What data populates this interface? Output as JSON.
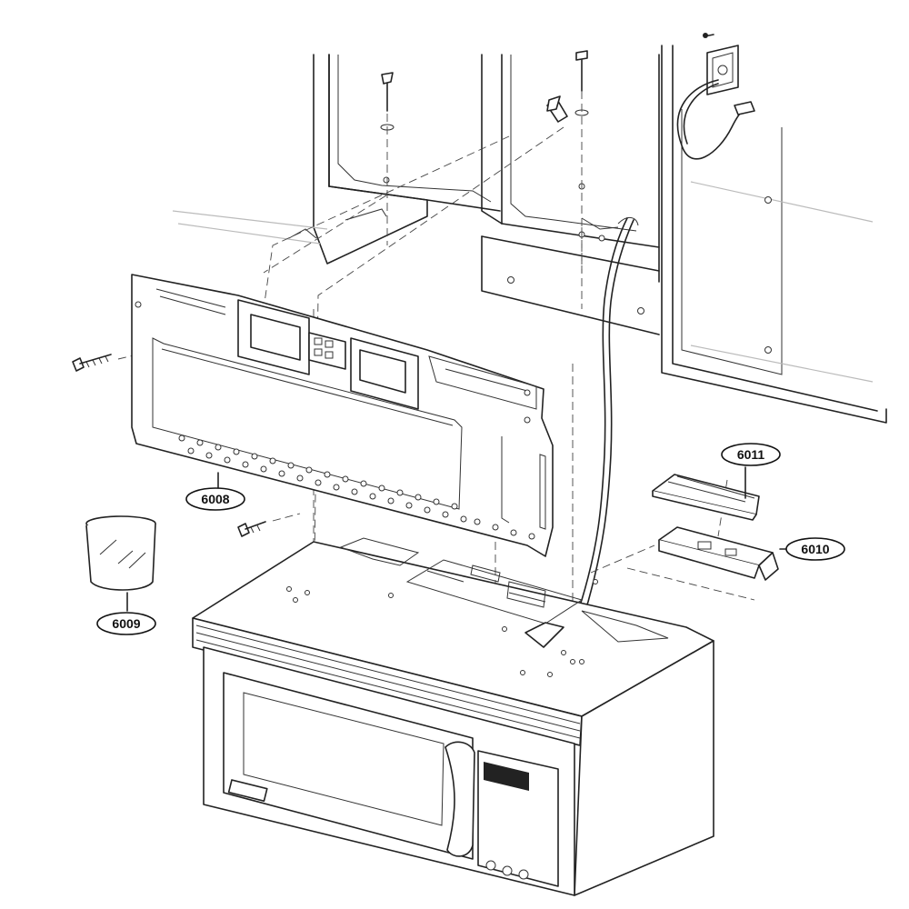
{
  "callouts": [
    {
      "id": "6008",
      "label": "6008"
    },
    {
      "id": "6009",
      "label": "6009"
    },
    {
      "id": "6010",
      "label": "6010"
    },
    {
      "id": "6011",
      "label": "6011"
    }
  ]
}
